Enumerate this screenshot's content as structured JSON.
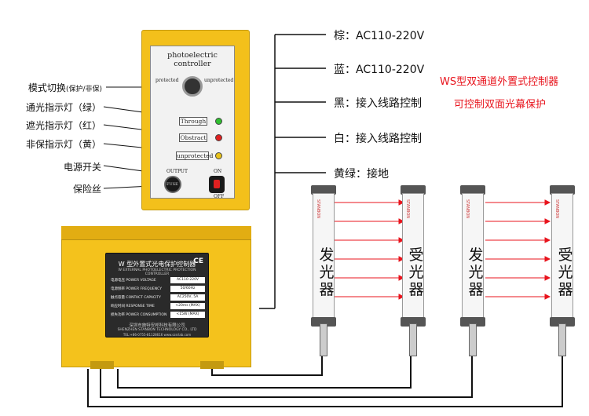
{
  "left_labels": [
    {
      "text": "模式切换",
      "small": "(保护/非保)"
    },
    {
      "text": "通光指示灯（绿）",
      "small": ""
    },
    {
      "text": "遮光指示灯（红）",
      "small": ""
    },
    {
      "text": "非保指示灯（黄）",
      "small": ""
    },
    {
      "text": "电源开关",
      "small": ""
    },
    {
      "text": "保险丝",
      "small": ""
    }
  ],
  "wire_labels": [
    "棕：AC110-220V",
    "蓝：AC110-220V",
    "黑：接入线路控制",
    "白：接入线路控制",
    "黄绿：接地"
  ],
  "red_text": {
    "line1": "WS型双通道外置式控制器",
    "line2": "可控制双面光幕保护"
  },
  "panel": {
    "title": "photoelectric controller",
    "protected": "protected",
    "unprotected_top": "unprotected",
    "through": "Through",
    "obstract": "Obstract",
    "unprotected": "unprotected",
    "output": "OUTPUT",
    "fuse": "FUSE",
    "on": "ON",
    "off": "OFF"
  },
  "box": {
    "title": "W 型外置式光电保护控制器",
    "subtitle": "W EXTERNAL PHOTOELECTRIC PROTECTION CONTROLLER",
    "ce": "CE",
    "rows": [
      {
        "label": "电源电压  POWER VOLTAGE",
        "value": "AC110-220V"
      },
      {
        "label": "电源频率  POWER FREQUENCY",
        "value": "50/60Hz"
      },
      {
        "label": "触点容量  CONTACT CAPACITY",
        "value": "AC250V, 5A"
      },
      {
        "label": "响应时间  RESPONSE TIME",
        "value": "<20ms (MAX)"
      },
      {
        "label": "损失功率  POWER CONSUMPTION",
        "value": "<15W (MAX)"
      }
    ],
    "company_cn": "深圳市施特安邦科技有限公司",
    "company_en": "SHENZHEN STANBON TECHNOLOGY CO., LTD",
    "contact": "TEL:+86-0755-81128616                www.szsrlab.com"
  },
  "sensors": [
    {
      "label": "发光器",
      "brand": "STANBON"
    },
    {
      "label": "受光器",
      "brand": "STANBON"
    },
    {
      "label": "发光器",
      "brand": "STANBON"
    },
    {
      "label": "受光器",
      "brand": "STANBON"
    }
  ],
  "colors": {
    "panel_yellow": "#f3c01b",
    "beam_red": "#e8141d",
    "led_green": "#2fbf2f",
    "led_red": "#e02020",
    "led_yellow": "#e8c21a",
    "wire": "#111111"
  }
}
